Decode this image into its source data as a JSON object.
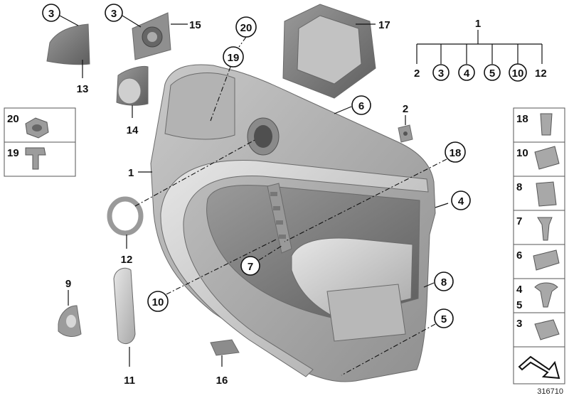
{
  "labels": {
    "c3a": "3",
    "c3b": "3",
    "n15": "15",
    "c20": "20",
    "c19": "19",
    "n17": "17",
    "n13": "13",
    "n14": "14",
    "c6": "6",
    "n2": "2",
    "n1": "1",
    "c12": "12",
    "n12": "12",
    "c18": "18",
    "c4": "4",
    "c7": "7",
    "c8": "8",
    "c10": "10",
    "n9": "9",
    "c5": "5",
    "n11": "11",
    "n16": "16"
  },
  "tree": {
    "root": "1",
    "children": [
      "2",
      "3",
      "4",
      "5",
      "10",
      "12"
    ],
    "circled": [
      false,
      true,
      true,
      true,
      true,
      false
    ]
  },
  "left_legend": [
    "20",
    "19"
  ],
  "right_legend": [
    "18",
    "10",
    "8",
    "7",
    "6",
    "4",
    "5",
    "3"
  ],
  "ref_number": "316710"
}
